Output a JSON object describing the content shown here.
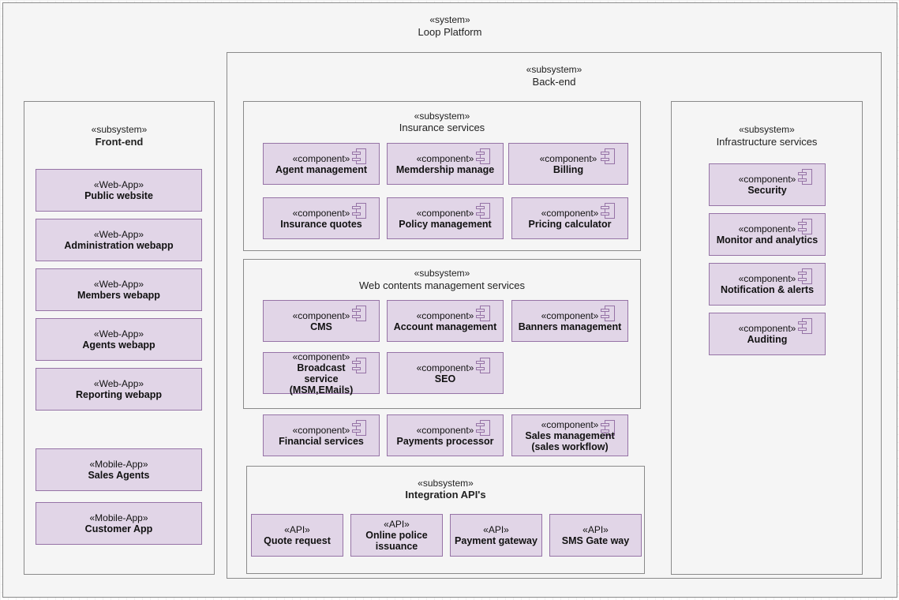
{
  "system": {
    "stereotype": "«system»",
    "name": "Loop Platform"
  },
  "backend": {
    "stereotype": "«subsystem»",
    "name": "Back-end"
  },
  "frontend": {
    "stereotype": "«subsystem»",
    "name": "Front-end",
    "items": [
      {
        "stereotype": "«Web-App»",
        "name": "Public website"
      },
      {
        "stereotype": "«Web-App»",
        "name": "Administration webapp"
      },
      {
        "stereotype": "«Web-App»",
        "name": "Members webapp"
      },
      {
        "stereotype": "«Web-App»",
        "name": "Agents webapp"
      },
      {
        "stereotype": "«Web-App»",
        "name": "Reporting webapp"
      },
      {
        "stereotype": "«Mobile-App»",
        "name": "Sales Agents"
      },
      {
        "stereotype": "«Mobile-App»",
        "name": "Customer App"
      }
    ]
  },
  "insurance": {
    "stereotype": "«subsystem»",
    "name": "Insurance services",
    "items": [
      {
        "stereotype": "«component»",
        "name": "Agent management"
      },
      {
        "stereotype": "«component»",
        "name": "Memdership manage"
      },
      {
        "stereotype": "«component»",
        "name": "Billing"
      },
      {
        "stereotype": "«component»",
        "name": "Insurance quotes"
      },
      {
        "stereotype": "«component»",
        "name": "Policy management"
      },
      {
        "stereotype": "«component»",
        "name": "Pricing calculator"
      }
    ]
  },
  "webcontent": {
    "stereotype": "«subsystem»",
    "name": "Web contents management services",
    "items": [
      {
        "stereotype": "«component»",
        "name": "CMS"
      },
      {
        "stereotype": "«component»",
        "name": "Account management"
      },
      {
        "stereotype": "«component»",
        "name": "Banners management"
      },
      {
        "stereotype": "«component»",
        "name": "Broadcast service (MSM,EMails)"
      },
      {
        "stereotype": "«component»",
        "name": "SEO"
      }
    ]
  },
  "standalone": [
    {
      "stereotype": "«component»",
      "name": "Financial services"
    },
    {
      "stereotype": "«component»",
      "name": "Payments processor"
    },
    {
      "stereotype": "«component»",
      "name": "Sales management (sales workflow)"
    }
  ],
  "integration": {
    "stereotype": "«subsystem»",
    "name": "Integration API's",
    "items": [
      {
        "stereotype": "«API»",
        "name": "Quote request"
      },
      {
        "stereotype": "«API»",
        "name": "Online police issuance"
      },
      {
        "stereotype": "«API»",
        "name": "Payment gateway"
      },
      {
        "stereotype": "«API»",
        "name": "SMS Gate way"
      }
    ]
  },
  "infrastructure": {
    "stereotype": "«subsystem»",
    "name": "Infrastructure services",
    "items": [
      {
        "stereotype": "«component»",
        "name": "Security"
      },
      {
        "stereotype": "«component»",
        "name": "Monitor and analytics"
      },
      {
        "stereotype": "«component»",
        "name": "Notification & alerts"
      },
      {
        "stereotype": "«component»",
        "name": "Auditing"
      }
    ]
  }
}
